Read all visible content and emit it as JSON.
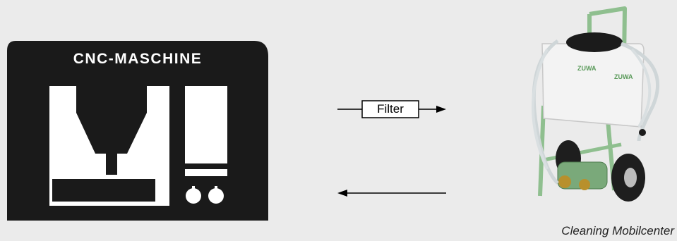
{
  "machine": {
    "title": "CNC-MASCHINE",
    "icon": "cnc-machine-icon",
    "color": "#1a1a1a"
  },
  "flow": {
    "forward_label": "Filter",
    "return_arrow": "arrow-left-icon",
    "forward_arrow": "arrow-right-icon"
  },
  "product": {
    "caption": "Cleaning Mobilcenter",
    "brand": "ZUWA",
    "frame_color": "#8fbf8f"
  },
  "background_color": "#ebebeb"
}
